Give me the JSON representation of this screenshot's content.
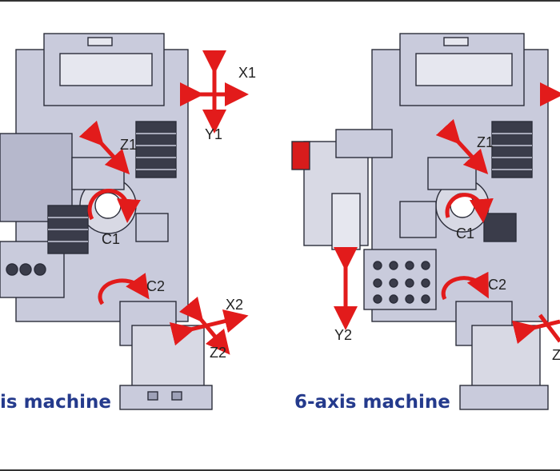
{
  "panels": [
    {
      "caption": "is machine",
      "labels": {
        "x1": "X1",
        "y1": "Y1",
        "z1": "Z1",
        "c1": "C1",
        "c2": "C2",
        "x2": "X2",
        "z2": "Z2"
      }
    },
    {
      "caption": "6-axis machine",
      "labels": {
        "z1": "Z1",
        "c1": "C1",
        "c2": "C2",
        "y2": "Y2",
        "z2": "Z"
      }
    }
  ],
  "colors": {
    "arrow": "#e21b1b",
    "body": "#c9cbdc",
    "body_dark": "#9ea1b8",
    "outline": "#2b2d3a",
    "caption": "#243a8c"
  },
  "icons": [
    "machine-frame-illustration",
    "axis-arrow-icon",
    "rotation-arrow-icon"
  ]
}
